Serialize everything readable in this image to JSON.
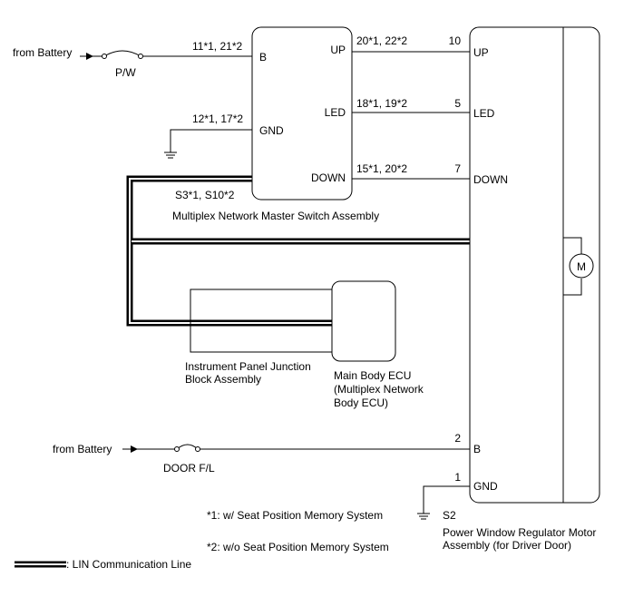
{
  "labels": {
    "from_battery_top": "from Battery",
    "pw_fuse": "P/W",
    "pin_b_sw": "11*1, 21*2",
    "pin_gnd_sw": "12*1, 17*2",
    "sw_b": "B",
    "sw_gnd": "GND",
    "sw_up": "UP",
    "sw_led": "LED",
    "sw_down": "DOWN",
    "pin_up_sw": "20*1, 22*2",
    "pin_led_sw": "18*1, 19*2",
    "pin_down_sw": "15*1, 20*2",
    "pin_up_motor": "10",
    "pin_led_motor": "5",
    "pin_down_motor": "7",
    "motor_up": "UP",
    "motor_led": "LED",
    "motor_down": "DOWN",
    "sw_connector": "S3*1, S10*2",
    "sw_name": "Multiplex Network Master Switch Assembly",
    "jb_name_1": "Instrument Panel Junction",
    "jb_name_2": "Block Assembly",
    "ecu_name_1": "Main Body ECU",
    "ecu_name_2": "(Multiplex Network",
    "ecu_name_3": "Body ECU)",
    "from_battery_bottom": "from Battery",
    "door_fuse": "DOOR F/L",
    "pin_b_motor": "2",
    "pin_gnd_motor": "1",
    "motor_b": "B",
    "motor_gnd": "GND",
    "motor_symbol": "M",
    "motor_connector": "S2",
    "motor_name_1": "Power Window Regulator Motor",
    "motor_name_2": "Assembly (for Driver Door)",
    "note_1": "*1: w/ Seat Position Memory System",
    "note_2": "*2: w/o Seat Position Memory System",
    "legend_lin": ": LIN Communication Line"
  }
}
